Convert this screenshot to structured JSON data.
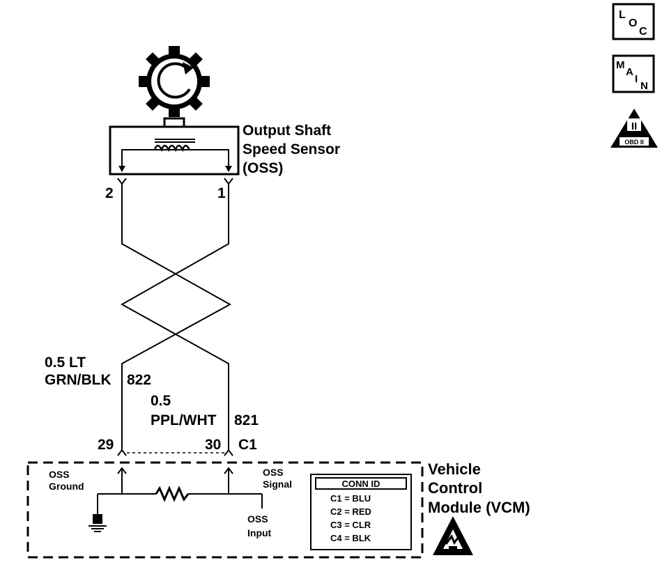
{
  "sensor": {
    "name_line1": "Output Shaft",
    "name_line2": "Speed Sensor",
    "name_line3": "(OSS)",
    "pin_left": "2",
    "pin_right": "1"
  },
  "wires": {
    "left_size": "0.5 LT",
    "left_color": "GRN/BLK",
    "left_circuit": "822",
    "right_size": "0.5",
    "right_color": "PPL/WHT",
    "right_circuit": "821"
  },
  "connector": {
    "pin_left": "29",
    "pin_right": "30",
    "id": "C1"
  },
  "module": {
    "name_line1": "Vehicle",
    "name_line2": "Control",
    "name_line3": "Module (VCM)",
    "oss_ground_line1": "OSS",
    "oss_ground_line2": "Ground",
    "oss_signal_line1": "OSS",
    "oss_signal_line2": "Signal",
    "oss_input_line1": "OSS",
    "oss_input_line2": "Input"
  },
  "conn_id_table": {
    "title": "CONN ID",
    "rows": [
      "C1 = BLU",
      "C2 = RED",
      "C3 = CLR",
      "C4 = BLK"
    ]
  },
  "side_icons": {
    "loc": {
      "l": "L",
      "o": "O",
      "c": "C"
    },
    "main": {
      "m": "M",
      "a": "A",
      "i": "I",
      "n": "N"
    },
    "obd": {
      "numeral": "II",
      "label": "OBD II"
    }
  },
  "icons": [
    "rotor-gear-icon",
    "coil-icon",
    "resistor-icon",
    "ground-icon",
    "esd-warning-icon",
    "loc-icon",
    "main-icon",
    "obd-ii-icon"
  ]
}
